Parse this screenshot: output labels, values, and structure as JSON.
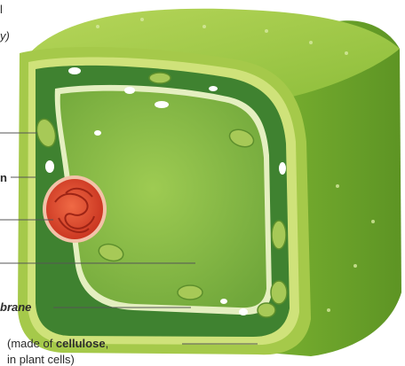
{
  "labels": {
    "top_fragment_1": "l",
    "top_fragment_2": "y)",
    "nucleus_fragment": "n",
    "membrane_fragment": "brane",
    "cell_wall_prefix": "(made of ",
    "cell_wall_bold": "cellulose",
    "cell_wall_suffix": ",",
    "cell_wall_line2": "in plant cells)"
  },
  "colors": {
    "wall_outer": "#8fbd3a",
    "wall_top": "#a4cc48",
    "wall_side": "#6ea528",
    "cytoplasm": "#3d7f2e",
    "vacuole": "#8cbf44",
    "nucleus": "#d9452f",
    "chloroplast": "#9cc14c",
    "label_line": "#555555"
  }
}
